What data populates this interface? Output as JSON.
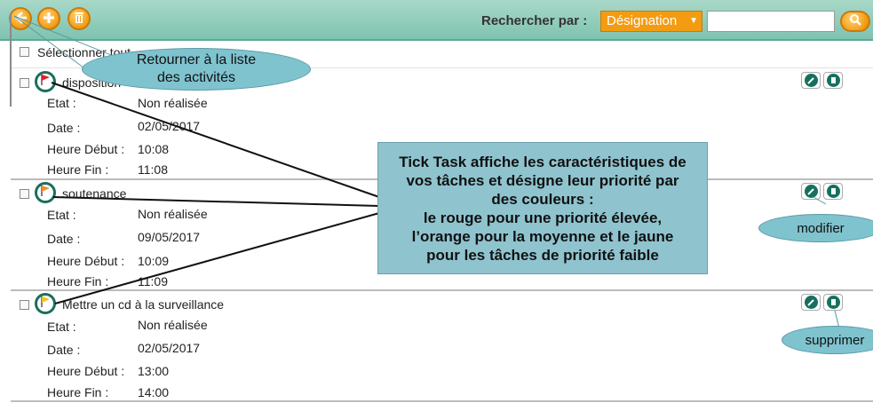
{
  "toolbar": {
    "back_icon": "arrow-left-icon",
    "add_icon": "plus-icon",
    "delete_icon": "trash-icon",
    "search_label": "Rechercher par :",
    "search_field_value": "Désignation",
    "search_input_value": "",
    "search_icon": "search-icon"
  },
  "list": {
    "select_all_label": "Sélectionner tout"
  },
  "labels": {
    "etat": "Etat :",
    "date": "Date :",
    "heure_debut": "Heure Début :",
    "heure_fin": "Heure Fin :"
  },
  "tasks": [
    {
      "title": "disposition",
      "priority": "high",
      "flag_color": "#e0202a",
      "etat": "Non réalisée",
      "date": "02/05/2017",
      "heure_debut": "10:08",
      "heure_fin": "11:08"
    },
    {
      "title": "soutenance",
      "priority": "medium",
      "flag_color": "#f0902a",
      "etat": "Non réalisée",
      "date": "09/05/2017",
      "heure_debut": "10:09",
      "heure_fin": "11:09"
    },
    {
      "title": "Mettre un  cd à la surveillance",
      "priority": "low",
      "flag_color": "#f2c21a",
      "etat": "Non réalisée",
      "date": "02/05/2017",
      "heure_debut": "13:00",
      "heure_fin": "14:00"
    }
  ],
  "callouts": {
    "back": "Retourner à la liste\ndes activités",
    "info": "Tick Task affiche les caractéristiques de\nvos tâches et désigne leur priorité par\ndes couleurs :\nle rouge pour une priorité élevée,\nl’orange pour la moyenne et le jaune\npour les tâches de priorité faible",
    "modify": "modifier",
    "delete": "supprimer"
  },
  "colors": {
    "accent_orange": "#f39c12",
    "toolbar_green": "#8fcab8",
    "action_green": "#16705e"
  }
}
